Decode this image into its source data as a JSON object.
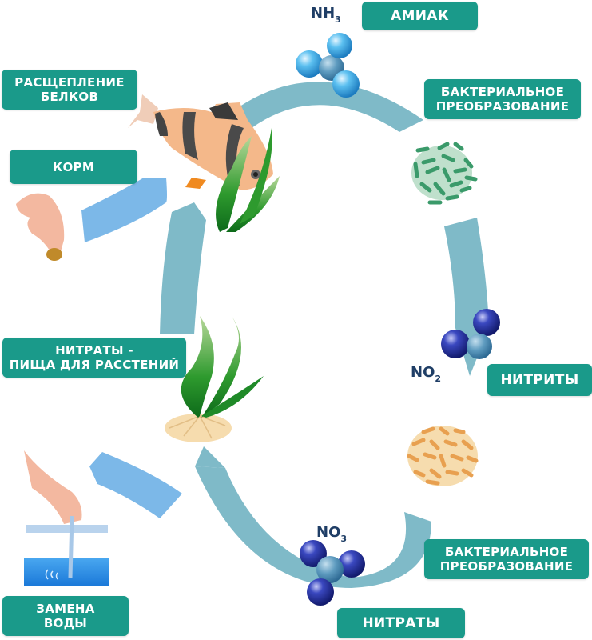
{
  "title": "Азотный цикл в аквариуме",
  "labels": {
    "ammonia": "АМИАК",
    "bacterial_1": [
      "БАКТЕРИАЛЬНОЕ",
      "ПРЕОБРАЗОВАНИЕ"
    ],
    "nitrites": "НИТРИТЫ",
    "bacterial_2": [
      "БАКТЕРИАЛЬНОЕ",
      "ПРЕОБРАЗОВАНИЕ"
    ],
    "nitrates": "НИТРАТЫ",
    "water_change": [
      "ЗАМЕНА",
      "ВОДЫ"
    ],
    "plant_food": [
      "НИТРАТЫ -",
      "ПИЩА ДЛЯ РАССТЕНИЙ"
    ],
    "food": "КОРМ",
    "protein_breakdown": [
      "РАСЩЕПЛЕНИЕ",
      "БЕЛКОВ"
    ]
  },
  "formulas": {
    "nh3": {
      "base": "NH",
      "sub": "3"
    },
    "no2": {
      "base": "NO",
      "sub": "2"
    },
    "no3": {
      "base": "NO",
      "sub": "3"
    }
  },
  "icons": {
    "fish": "tiger-barb-fish-icon",
    "plant": "aquatic-plant-icon",
    "bacteria_green": "green-bacteria-icon",
    "bacteria_orange": "orange-bacteria-icon",
    "hand_food": "hand-feeding-icon",
    "hand_water": "hand-water-change-icon",
    "plant_roots": "plant-with-roots-icon"
  },
  "colors": {
    "label_bg": "#1a9a8a",
    "cycle_arrow": "#7fbac8",
    "side_arrow": "#7cb8e8",
    "formula_text": "#1f3e66"
  }
}
